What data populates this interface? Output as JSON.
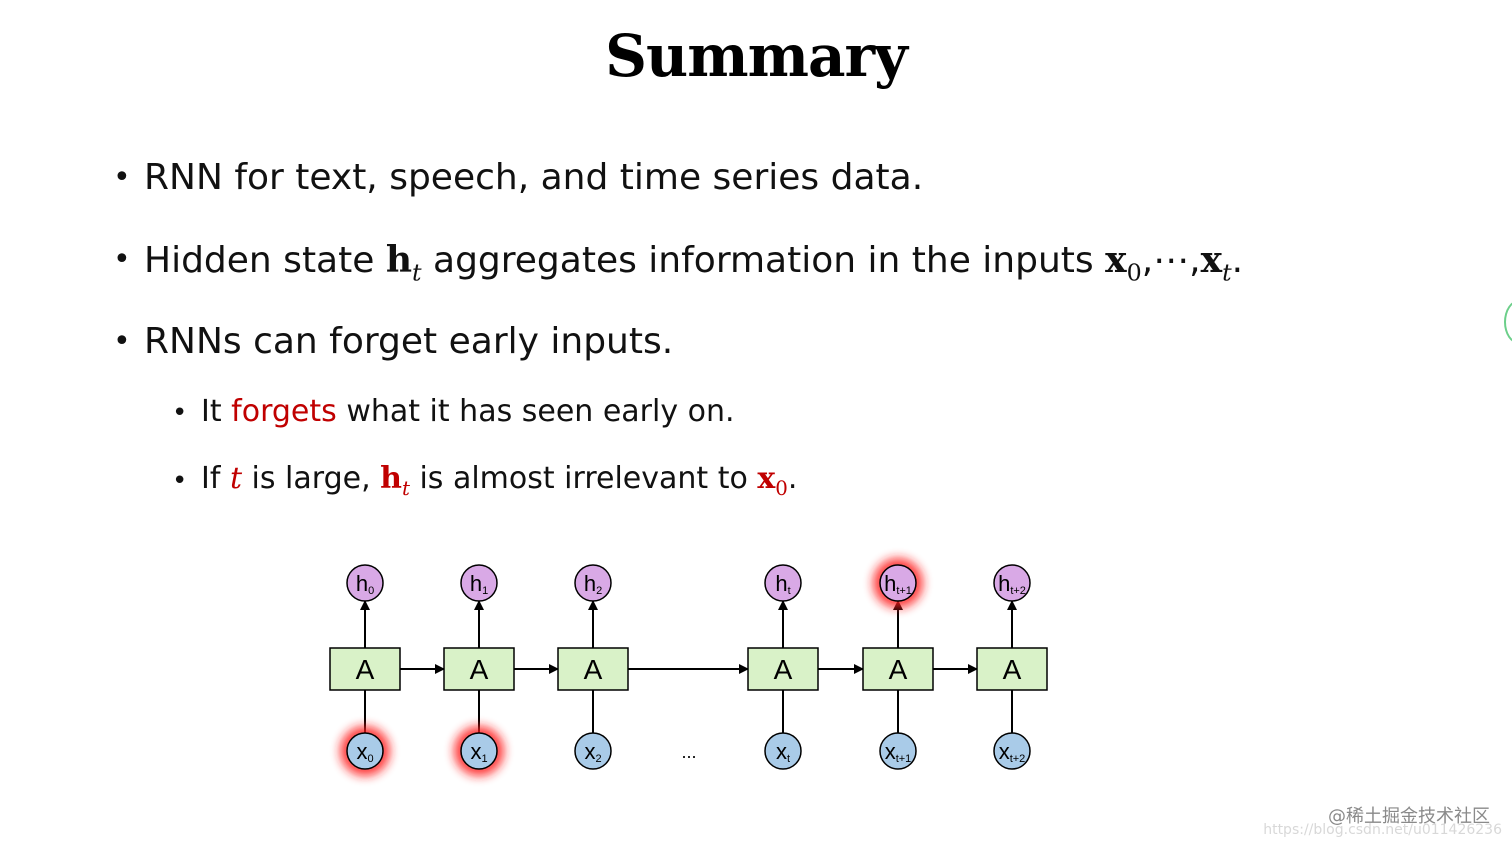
{
  "title": "Summary",
  "bullets": {
    "b1": "RNN for text, speech, and time series data.",
    "b2": {
      "pre": "Hidden state ",
      "h": "h",
      "t": "t",
      "mid": " aggregates information in the inputs ",
      "x": "x",
      "zero": "0",
      "sep": ",⋯,",
      "t2": "t",
      "end": "."
    },
    "b3": "RNNs can forget early inputs.",
    "s1": {
      "pre": "It ",
      "red": "forgets",
      "post": " what it has seen early on."
    },
    "s2": {
      "pre": "If ",
      "t": "t",
      "mid1": " is large, ",
      "h": "h",
      "mid2": " is almost irrelevant to ",
      "x": "x",
      "zero": "0",
      "end": "."
    }
  },
  "diagram": {
    "cell_label": "A",
    "outputs": [
      {
        "base": "h",
        "sub": "0",
        "highlight": false
      },
      {
        "base": "h",
        "sub": "1",
        "highlight": false
      },
      {
        "base": "h",
        "sub": "2",
        "highlight": false
      },
      {
        "base": "h",
        "sub": "t",
        "highlight": false
      },
      {
        "base": "h",
        "sub": "t+1",
        "highlight": true
      },
      {
        "base": "h",
        "sub": "t+2",
        "highlight": false
      }
    ],
    "inputs": [
      {
        "base": "x",
        "sub": "0",
        "highlight": true
      },
      {
        "base": "x",
        "sub": "1",
        "highlight": true
      },
      {
        "base": "x",
        "sub": "2",
        "highlight": false
      },
      {
        "base": "x",
        "sub": "t",
        "highlight": false
      },
      {
        "base": "x",
        "sub": "t+1",
        "highlight": false
      },
      {
        "base": "x",
        "sub": "t+2",
        "highlight": false
      }
    ],
    "ellipsis": "...",
    "colors": {
      "cell_fill": "#d9f2c8",
      "output_fill": "#d9a9e6",
      "input_fill": "#a9cbe8",
      "glow": "#ff1a1a"
    }
  },
  "watermark": {
    "main": "@稀土掘金技术社区",
    "url": "https://blog.csdn.net/u011426236"
  }
}
